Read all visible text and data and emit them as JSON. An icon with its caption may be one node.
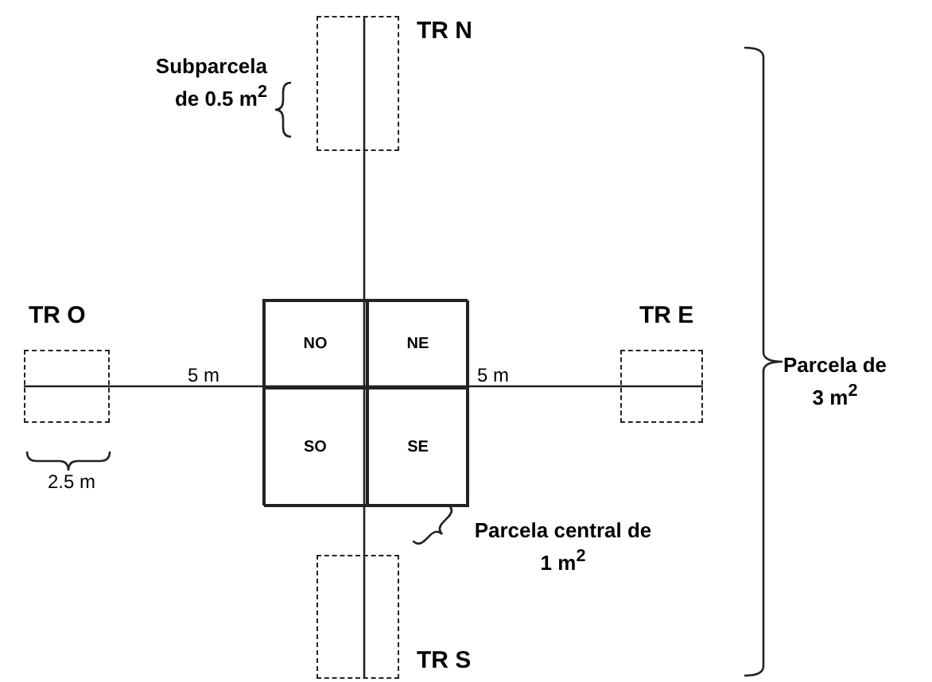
{
  "diagram": {
    "nodes": [
      {
        "text": [
          "TR N"
        ]
      },
      {
        "text": [
          "TR O"
        ]
      },
      {
        "text": [],
        "shape": "box"
      },
      {
        "text": [
          "NO"
        ],
        "in": 2
      },
      {
        "text": [
          "NE"
        ],
        "in": 2
      },
      {
        "text": [
          "SO"
        ],
        "in": 2
      },
      {
        "text": [
          "SE"
        ],
        "in": 2
      },
      {
        "text": [
          "TR E"
        ]
      },
      {
        "text": [
          "TR S"
        ]
      }
    ],
    "edges": [
      {
        "from": 0,
        "to": 8,
        "arrow": "none"
      },
      {
        "from": 1,
        "to": 7,
        "arrow": "none"
      }
    ],
    "labels": [
      "Subparcela de 0.5 m$^{2}$",
      "5 m",
      "5 m",
      "2.5 m",
      "Parcela central de 1 m$^{2}$",
      "Parcela de 3 m$^{2}$"
    ]
  }
}
